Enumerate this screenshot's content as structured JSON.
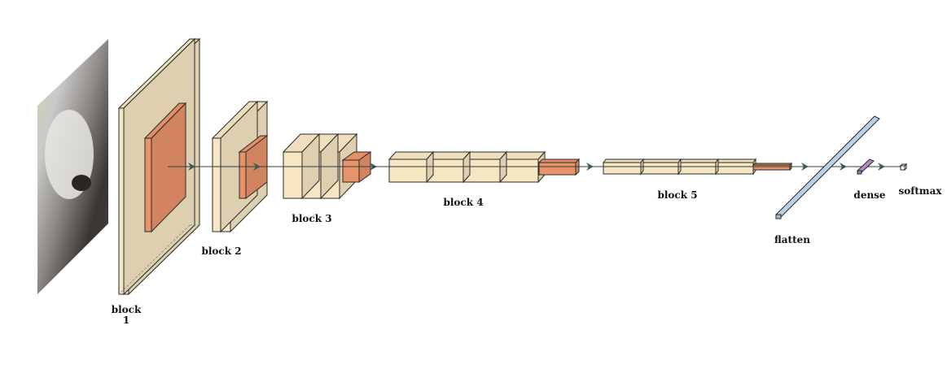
{
  "title": "CNN architecture diagram",
  "colors": {
    "conv": "#f6e6c2",
    "pool": "#e8936a",
    "flatten": "#bccfe2",
    "dense": "#b58bc6",
    "edge": "#2a2a2a",
    "arrow": "#3d5a5a"
  },
  "labels": {
    "block1_line1": "block",
    "block1_line2": "1",
    "block2": "block 2",
    "block3": "block 3",
    "block4": "block 4",
    "block5": "block 5",
    "flatten": "flatten",
    "dense": "dense",
    "softmax": "softmax"
  }
}
